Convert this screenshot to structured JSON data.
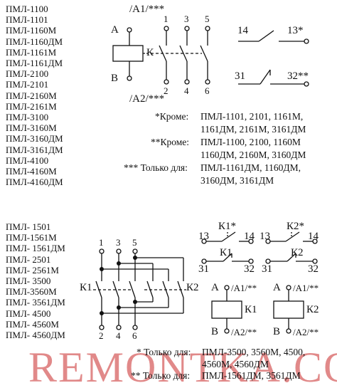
{
  "lists": {
    "top": [
      "ПМЛ-1100",
      "ПМЛ-1101",
      "ПМЛ-1160М",
      "ПМЛ-1160ДМ",
      "ПМЛ-1161М",
      "ПМЛ-1161ДМ",
      "ПМЛ-2100",
      "ПМЛ-2101",
      "ПМЛ-2160М",
      "ПМЛ-2161М",
      "ПМЛ-3100",
      "ПМЛ-3160М",
      "ПМЛ-3160ДМ",
      "ПМЛ-3161ДМ",
      "ПМЛ-4100",
      "ПМЛ-4160М",
      "ПМЛ-4160ДМ"
    ],
    "bottom": [
      "ПМЛ- 1501",
      "ПМЛ-1561М",
      "ПМЛ- 1561ДМ",
      "ПМЛ- 2501",
      "ПМЛ- 2561М",
      "ПМЛ- 3500",
      "ПМЛ-3560М",
      "ПМЛ- 3561ДМ",
      "ПМЛ- 4500",
      "ПМЛ- 4560М",
      "ПМЛ- 4560ДМ"
    ]
  },
  "top_diagram": {
    "a1": "/A1/***",
    "a2": "/A2/***",
    "terminal_a": "A",
    "terminal_b": "B",
    "coil": "К",
    "nums_top": [
      "1",
      "3",
      "5"
    ],
    "nums_bottom": [
      "2",
      "4",
      "6"
    ],
    "aux_no": [
      "14",
      "13*"
    ],
    "aux_nc": [
      "31",
      "32**"
    ]
  },
  "top_notes": {
    "l1_key": "*Кроме:",
    "l1_val": "ПМЛ-1101, 2101, 1161М,",
    "l2_val": "1161ДМ, 2161М, 3161ДМ",
    "l3_key": "**Кроме:",
    "l3_val": "ПМЛ-1100, 2100, 1160М",
    "l4_val": "1160ДМ, 2160М, 3160ДМ",
    "l5_key": "*** Только для:",
    "l5_val": "ПМЛ-1161ДМ, 1160ДМ,",
    "l6_val": "3160ДМ, 3161ДМ"
  },
  "bottom_diagram": {
    "nums_top": [
      "1",
      "3",
      "5"
    ],
    "nums_bottom": [
      "2",
      "4",
      "6"
    ],
    "k1": "К1",
    "k2": "К2",
    "aux1": {
      "title": "К1*",
      "no": [
        "13",
        "14"
      ],
      "nc_label": "К1",
      "nc": [
        "31",
        "32"
      ]
    },
    "aux2": {
      "title": "К2*",
      "no": [
        "13",
        "14"
      ],
      "nc_label": "К2",
      "nc": [
        "31",
        "32"
      ]
    },
    "coil1": {
      "a": "A",
      "a1": "/A1/**",
      "k": "К1",
      "b": "B",
      "a2": "/A2/**"
    },
    "coil2": {
      "a": "A",
      "a1": "/A1/**",
      "k": "К2",
      "b": "B",
      "a2": "/A2/**"
    }
  },
  "bottom_notes": {
    "l1_key": "* Только для:",
    "l1_val": "ПМЛ-3500, 3560М, 4500,",
    "l2_val": "4560М, 4560ДМ",
    "l3_key": "** Только для:",
    "l3_val": "ПМЛ-1561ДМ, 3561ДМ"
  },
  "watermark": "REMONTKA.COM"
}
